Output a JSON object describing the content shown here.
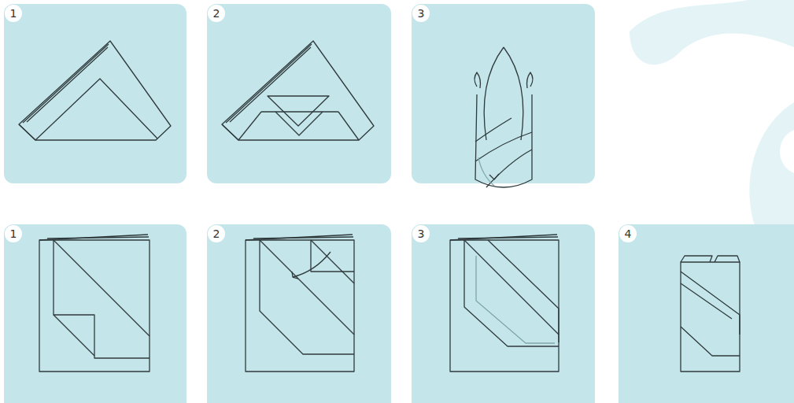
{
  "diagram": {
    "nodes": [
      {
        "text": [
          "1"
        ]
      },
      {
        "text": [
          "2"
        ]
      },
      {
        "text": [
          "3"
        ]
      },
      {
        "text": [
          "1"
        ]
      },
      {
        "text": [
          "2"
        ]
      },
      {
        "text": [
          "3"
        ]
      },
      {
        "text": [
          "4"
        ]
      }
    ]
  }
}
